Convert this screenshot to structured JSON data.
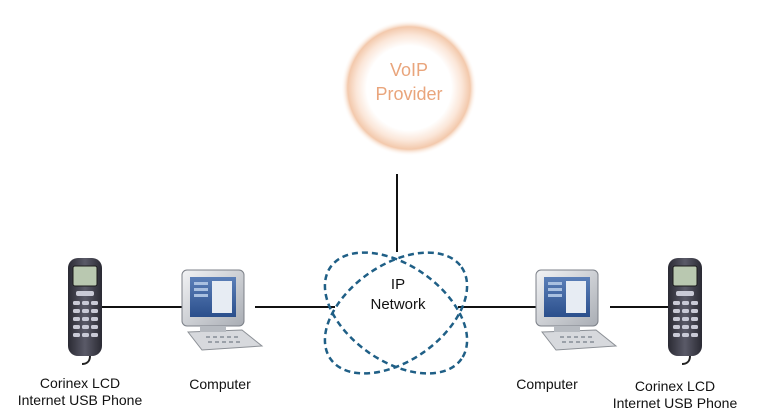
{
  "provider": {
    "line1": "VoIP",
    "line2": "Provider"
  },
  "network": {
    "line1": "IP",
    "line2": "Network"
  },
  "left": {
    "phone_label_line1": "Corinex LCD",
    "phone_label_line2": "Internet USB Phone",
    "computer_label": "Computer"
  },
  "right": {
    "phone_label_line1": "Corinex LCD",
    "phone_label_line2": "Internet USB Phone",
    "computer_label": "Computer"
  },
  "colors": {
    "provider_text": "#e9a57c",
    "provider_glow": "#f6d3bb",
    "network_dash": "#1f5f86",
    "line": "#111111"
  },
  "icons": {
    "provider": "cloud-glow-icon",
    "network": "network-cloud-icon",
    "computer": "desktop-computer-icon",
    "phone": "usb-phone-icon"
  }
}
